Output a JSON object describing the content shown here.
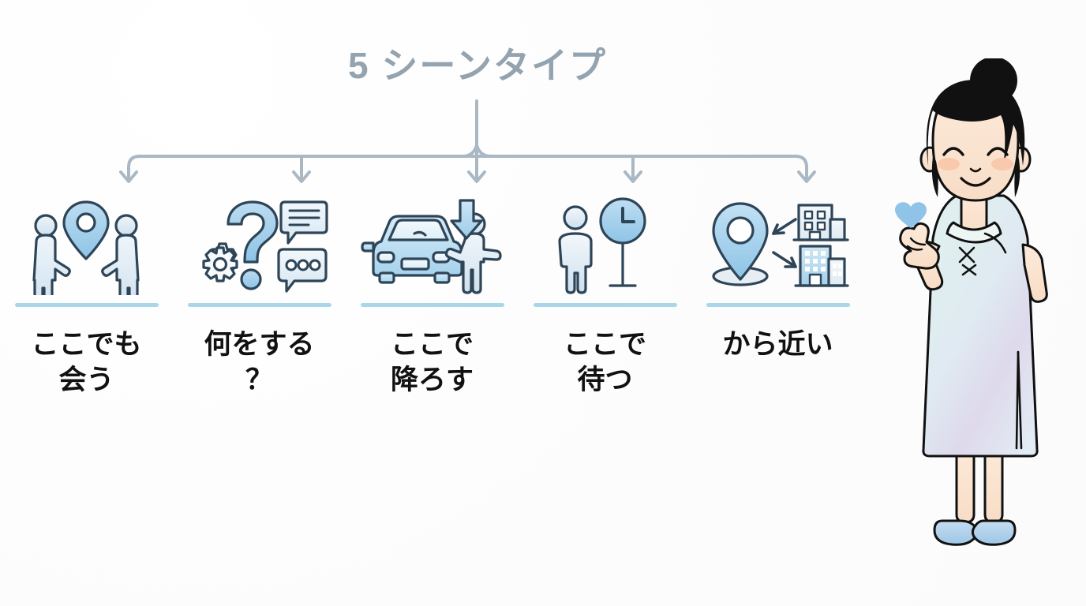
{
  "page": {
    "title": "5 シーンタイプ",
    "background_color": "#ffffff",
    "title_color": "#93a3b0",
    "divider_color": "#a9d7e9",
    "connector_color": "#aab8c4",
    "icon_fill_color": "#a8d2ec",
    "icon_stroke_color": "#2e4558",
    "label_color": "#111111",
    "heart_color": "#8fc4e8"
  },
  "diagram": {
    "root_label": "5 シーンタイプ",
    "branch_count": 5,
    "items": [
      {
        "index": 1,
        "icon": "two-people-with-map-pin-icon",
        "icon_description": "Two standing people with a location pin between them",
        "label": "ここでも\n会う",
        "label_line1": "ここでも",
        "label_line2": "会う"
      },
      {
        "index": 2,
        "icon": "question-mark-with-chat-bubbles-icon",
        "icon_description": "Large question mark with a gear and two speech bubbles",
        "label": "何をする\n？",
        "label_line1": "何をする",
        "label_line2": "？"
      },
      {
        "index": 3,
        "icon": "car-dropoff-person-arrow-icon",
        "icon_description": "Car with a person beside it and a downward arrow",
        "label": "ここで\n降ろす",
        "label_line1": "ここで",
        "label_line2": "降ろす"
      },
      {
        "index": 4,
        "icon": "person-waiting-clock-icon",
        "icon_description": "Person standing next to a clock on a pole",
        "label": "ここで\n待つ",
        "label_line1": "ここで",
        "label_line2": "待つ"
      },
      {
        "index": 5,
        "icon": "map-pin-near-buildings-icon",
        "icon_description": "Location pin with arrows to and from two buildings",
        "label": "から近い",
        "label_line1": "から近い",
        "label_line2": ""
      }
    ]
  },
  "character": {
    "name": "smiling-woman-finger-heart-illustration",
    "description": "Cartoon woman in a pale mint qipao making a finger-heart gesture with a blue heart",
    "dress_color": "#ddeef0",
    "shoe_color": "#a8cfe8",
    "hair_color": "#111111",
    "skin_color": "#fbe3cf"
  }
}
